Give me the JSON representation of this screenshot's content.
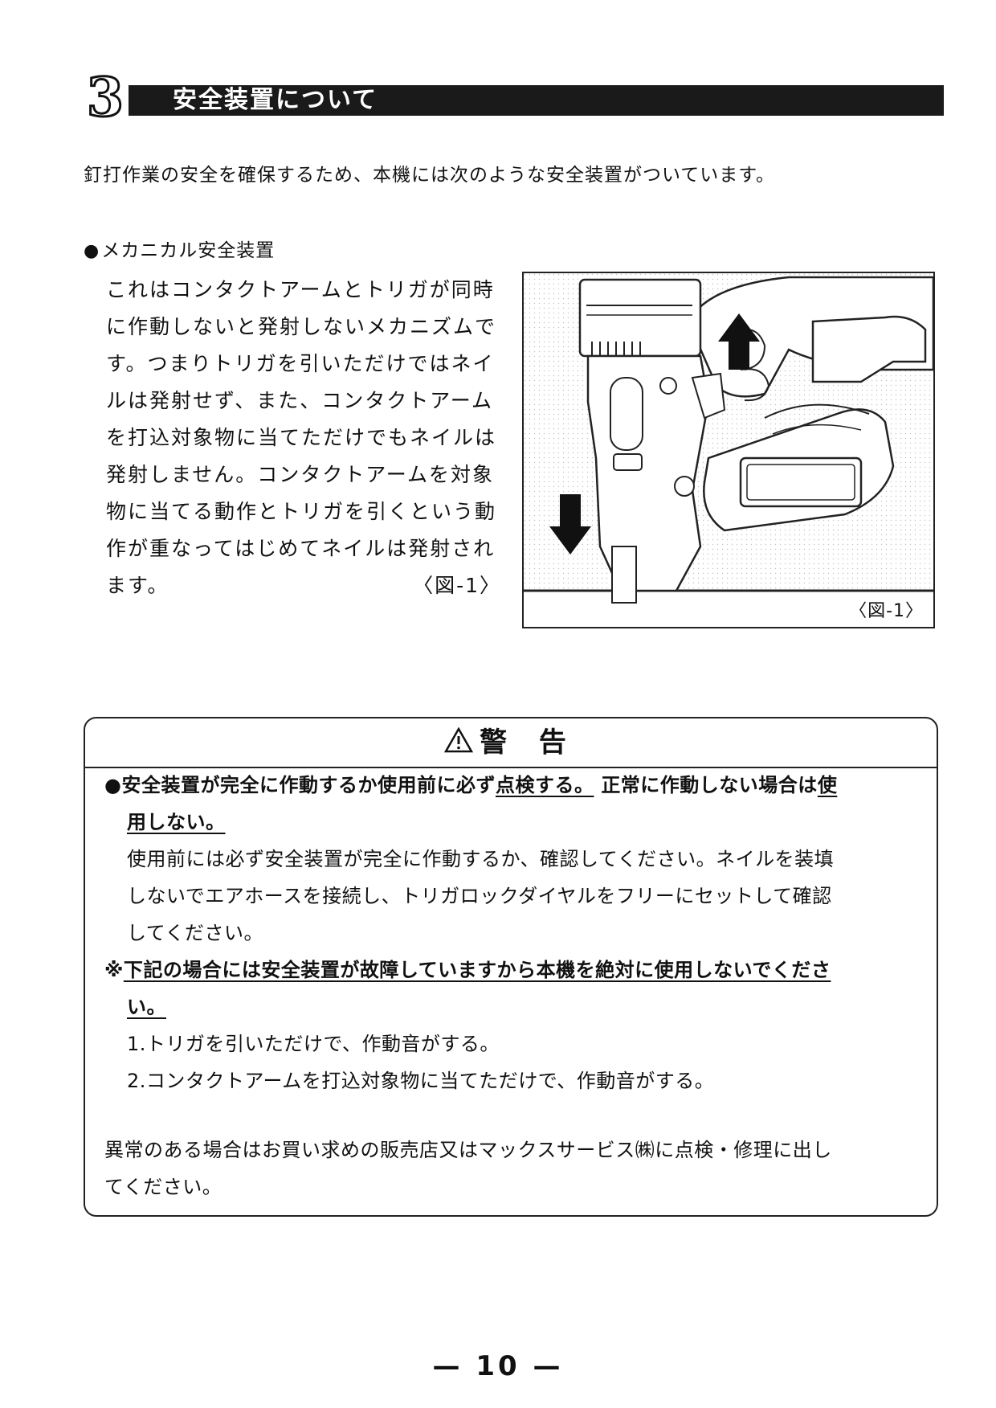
{
  "section": {
    "number": "3",
    "title": "安全装置について"
  },
  "intro": "釘打作業の安全を確保するため、本機には次のような安全装置がついています。",
  "mechanical": {
    "heading": "メカニカル安全装置",
    "lines": [
      "これはコンタクトアームとトリガが同時",
      "に作動しないと発射しないメカニズムで",
      "す。つまりトリガを引いただけではネイ",
      "ルは発射せず、また、コンタクトアーム",
      "を打込対象物に当てただけでもネイルは",
      "発射しません。コンタクトアームを対象",
      "物に当てる動作とトリガを引くという動",
      "作が重なってはじめてネイルは発射され",
      "ます。"
    ],
    "figure_ref": "〈図-1〉"
  },
  "figure": {
    "caption": "〈図-1〉"
  },
  "warning": {
    "title": "警 告",
    "item1_a": "安全装置が完全に作動するか使用前に必ず",
    "item1_b": "点検する。",
    "item1_c": "正常に作動しない場合は",
    "item1_d": "使",
    "item1_e": "用しない。",
    "item1_detail": [
      "使用前には必ず安全装置が完全に作動するか、確認してください。ネイルを装填",
      "しないでエアホースを接続し、トリガロックダイヤルをフリーにセットして確認",
      "してください。"
    ],
    "note_mark": "※",
    "note_a": "下記の場合には安全装置が故障していますから本機を絶対に使用しないでくださ",
    "note_b": "い。",
    "cases": [
      "1.トリガを引いただけで、作動音がする。",
      "2.コンタクトアームを打込対象物に当てただけで、作動音がする。"
    ],
    "footer": [
      "異常のある場合はお買い求めの販売店又はマックスサービス㈱に点検・修理に出し",
      "てください。"
    ]
  },
  "page_number": "— 10 —"
}
